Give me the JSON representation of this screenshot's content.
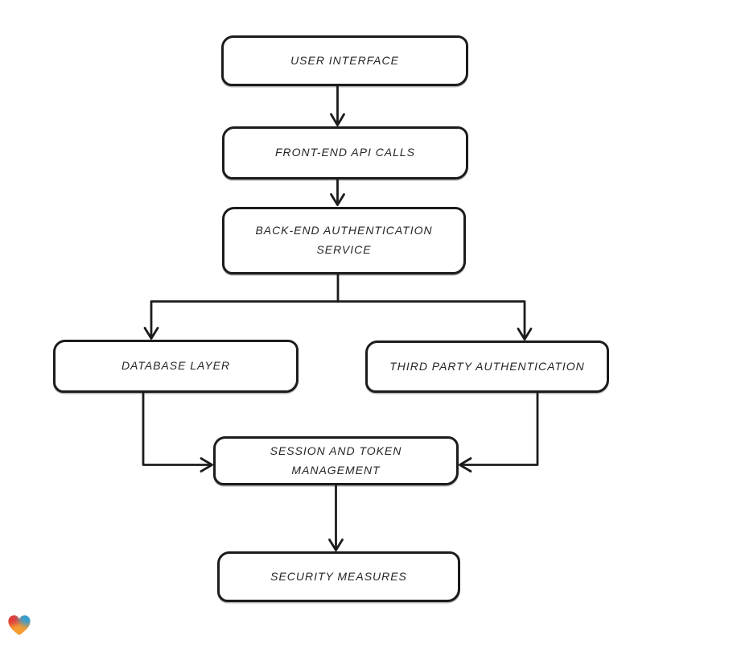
{
  "canvas": {
    "background": "#ffffff",
    "stroke_color": "#1c1c1c",
    "node_fill": "#ffffff",
    "text_color": "#262626"
  },
  "diagram": {
    "type": "flowchart",
    "direction": "top-down",
    "nodes": [
      {
        "id": "user-interface",
        "label": "USER INTERFACE"
      },
      {
        "id": "front-end-api-calls",
        "label": "FRONT-END API CALLS"
      },
      {
        "id": "back-end-authentication-service",
        "label": "BACK-END AUTHENTICATION SERVICE"
      },
      {
        "id": "database-layer",
        "label": "DATABASE LAYER"
      },
      {
        "id": "third-party-authentication",
        "label": "THIRD PARTY AUTHENTICATION"
      },
      {
        "id": "session-and-token-management",
        "label": "SESSION AND TOKEN MANAGEMENT"
      },
      {
        "id": "security-measures",
        "label": "SECURITY MEASURES"
      }
    ],
    "edges": [
      {
        "from": "user-interface",
        "to": "front-end-api-calls"
      },
      {
        "from": "front-end-api-calls",
        "to": "back-end-authentication-service"
      },
      {
        "from": "back-end-authentication-service",
        "to": "database-layer"
      },
      {
        "from": "back-end-authentication-service",
        "to": "third-party-authentication"
      },
      {
        "from": "database-layer",
        "to": "session-and-token-management"
      },
      {
        "from": "third-party-authentication",
        "to": "session-and-token-management"
      },
      {
        "from": "session-and-token-management",
        "to": "security-measures"
      }
    ]
  },
  "logo": {
    "name": "eraser-heart-logo",
    "colors": {
      "red": "#e13a3a",
      "blue": "#2f9fd6",
      "orange": "#f59d31"
    }
  }
}
